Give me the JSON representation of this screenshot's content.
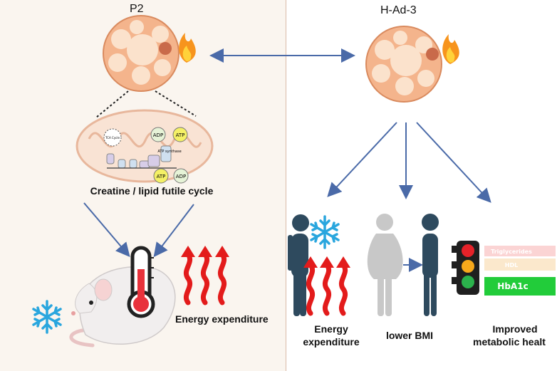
{
  "left_panel": {
    "title": "P2",
    "mitochondria_caption": "Creatine / lipid futile cycle",
    "energy_label": "Energy expenditure",
    "mito_labels": {
      "tca": "TCA Cycle",
      "adp_top": "ADP",
      "atp_top": "ATP",
      "atp_synthase": "ATP synthase",
      "atp_bottom": "ATP",
      "adp_bottom": "ADP"
    }
  },
  "right_panel": {
    "title": "H-Ad-3",
    "outcomes": [
      {
        "label_line1": "Energy",
        "label_line2": "expenditure"
      },
      {
        "label_line1": "lower BMI"
      },
      {
        "label_line1": "Improved",
        "label_line2": "metabolic healt"
      }
    ],
    "markers": [
      "Triglycerides",
      "HDL",
      "HbA1c"
    ]
  },
  "colors": {
    "arrow": "#4a6aa8",
    "adipocyte": "#f4b48c",
    "flame": "#f7941d",
    "heat_waves": "#e31b1b",
    "snowflake": "#29a6de",
    "person_dark": "#2e4a5e",
    "person_grey": "#c8c8c8",
    "marker_triglycerides": "#fbd4d4",
    "marker_hdl": "#fbe8cc",
    "marker_hba1c": "#22cc3a"
  }
}
